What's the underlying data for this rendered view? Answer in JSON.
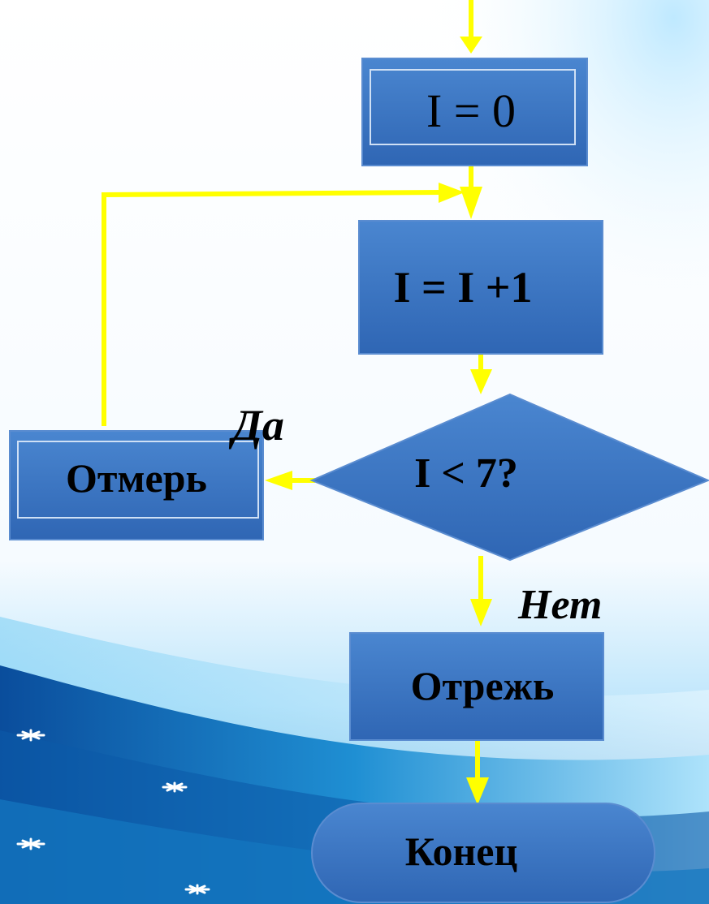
{
  "flowchart": {
    "nodes": {
      "init": {
        "text": "I = 0"
      },
      "increment": {
        "text": "I = I +1"
      },
      "condition": {
        "text": "I < 7?"
      },
      "measure": {
        "text": "Отмерь"
      },
      "cut": {
        "text": "Отрежь"
      },
      "end": {
        "text": "Конец"
      }
    },
    "labels": {
      "yes": "Да",
      "no": "Нет"
    }
  },
  "colors": {
    "shape_fill": "#3c78c8",
    "shape_fill_dark": "#2a5ea8",
    "arrow": "#ffff00",
    "text": "#000000"
  }
}
